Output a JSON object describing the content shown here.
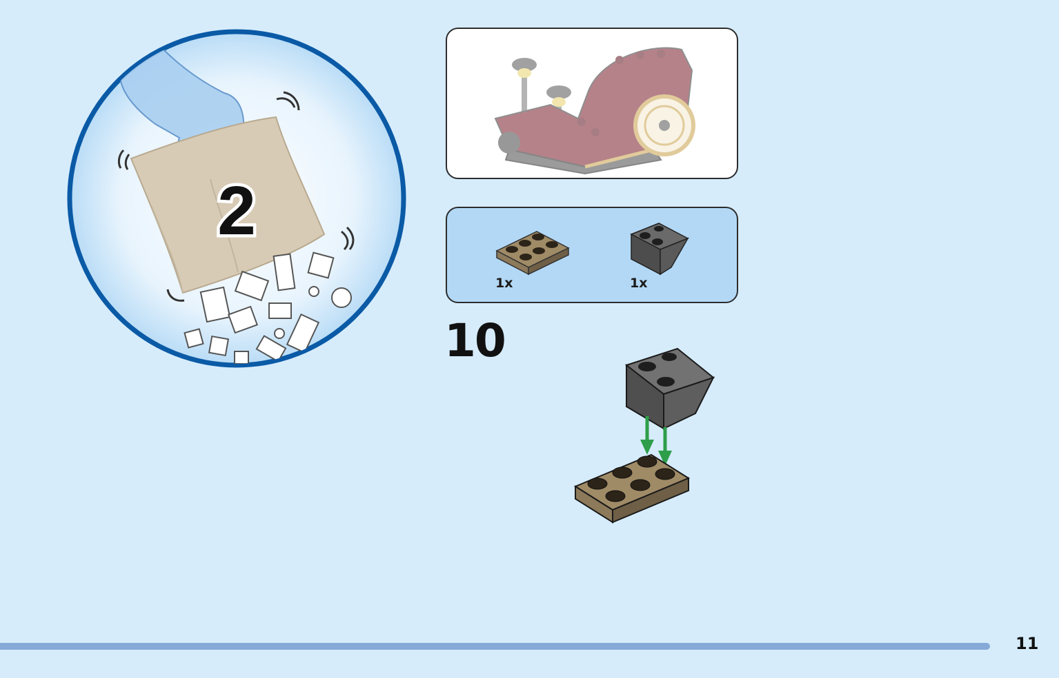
{
  "bag": {
    "number": "2"
  },
  "parts": [
    {
      "qty": "1x",
      "icon": "tan-plate-2x3-icon",
      "color": "#8c7a5b"
    },
    {
      "qty": "1x",
      "icon": "dark-grey-inverted-slope-icon",
      "color": "#5a5a5a"
    }
  ],
  "step": {
    "number": "10"
  },
  "page": {
    "number": "11"
  },
  "colors": {
    "background": "#d6ecfb",
    "bag_ring": "#0a5aa6",
    "parts_panel": "#b3d8f5",
    "arrow": "#2e9e4a",
    "footer_bar": "#86a9d8"
  }
}
